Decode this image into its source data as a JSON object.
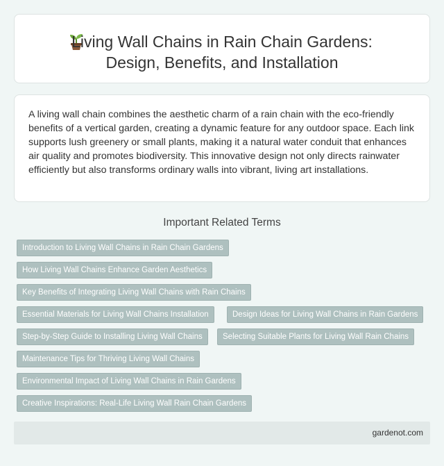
{
  "header": {
    "icon": "sprout-icon",
    "title_line1": "Living Wall Chains in Rain Chain Gardens:",
    "title_line2": "Design, Benefits, and Installation"
  },
  "description": "A living wall chain combines the aesthetic charm of a rain chain with the eco-friendly benefits of a vertical garden, creating a dynamic feature for any outdoor space. Each link supports lush greenery or small plants, making it a natural water conduit that enhances air quality and promotes biodiversity. This innovative design not only directs rainwater efficiently but also transforms ordinary walls into vibrant, living art installations.",
  "related": {
    "heading": "Important Related Terms",
    "terms": [
      "Introduction to Living Wall Chains in Rain Chain Gardens",
      "How Living Wall Chains Enhance Garden Aesthetics",
      "Key Benefits of Integrating Living Wall Chains with Rain Chains",
      "Essential Materials for Living Wall Chains Installation",
      "Design Ideas for Living Wall Chains in Rain Gardens",
      "Step-by-Step Guide to Installing Living Wall Chains",
      "Selecting Suitable Plants for Living Wall Rain Chains",
      "Maintenance Tips for Thriving Living Wall Chains",
      "Environmental Impact of Living Wall Chains in Rain Gardens",
      "Creative Inspirations: Real-Life Living Wall Rain Chain Gardens"
    ]
  },
  "footer": {
    "site": "gardenot.com"
  },
  "colors": {
    "background": "#f0f6f5",
    "tag_background": "#aec0bf",
    "footer_background": "#e2e9e8"
  }
}
